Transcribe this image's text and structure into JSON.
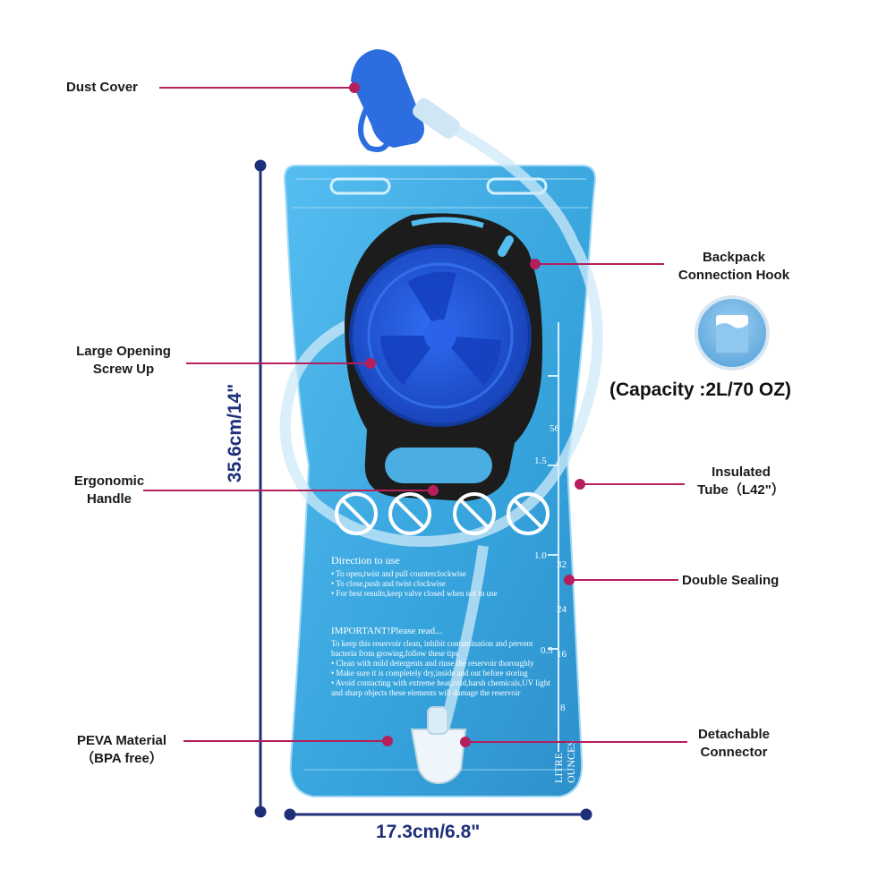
{
  "labels": {
    "dust_cover": "Dust Cover",
    "backpack_hook": [
      "Backpack",
      "Connection Hook"
    ],
    "large_opening": [
      "Large Opening",
      "Screw Up"
    ],
    "ergonomic_handle": [
      "Ergonomic",
      "Handle"
    ],
    "insulated_tube": [
      "Insulated",
      "Tube（L42\"）"
    ],
    "double_sealing": "Double Sealing",
    "peva_material": [
      "PEVA Material",
      "（BPA free）"
    ],
    "detachable_connector": [
      "Detachable",
      "Connector"
    ]
  },
  "capacity": "(Capacity :2L/70 OZ)",
  "dimensions": {
    "height": "35.6cm/14\"",
    "width": "17.3cm/6.8\""
  },
  "bag_text": {
    "scale_litre": [
      "1.5",
      "1.0",
      "0.5"
    ],
    "scale_ounces": [
      "56",
      "32",
      "24",
      "16",
      "8"
    ],
    "litre_label": "LITRE",
    "ounces_label": "OUNCES",
    "direction_title": "Direction to use",
    "direction_lines": [
      "• To open,twist and pull counterclockwise",
      "• To close,push and twist clockwise",
      "• For best results,keep valve closed when not in use"
    ],
    "important_title": "IMPORTANT!Please read...",
    "important_lines": [
      "To keep this reservoir clean, inhibit contamination and prevent",
      "bacteria from growing,follow these tips",
      "• Clean with mild detergents and rinse the reservoir thoroughly",
      "• Make sure it is completely dry,inside and out before storing",
      "• Avoid contacting with extreme heat,cold,harsh chemicals,UV light",
      "and sharp objects these elements will damage the reservoir"
    ]
  },
  "colors": {
    "accent": "#b51f5c",
    "dimension": "#1e2f7a",
    "bag": "#3aa7df",
    "cap": "#1f4fd8"
  }
}
